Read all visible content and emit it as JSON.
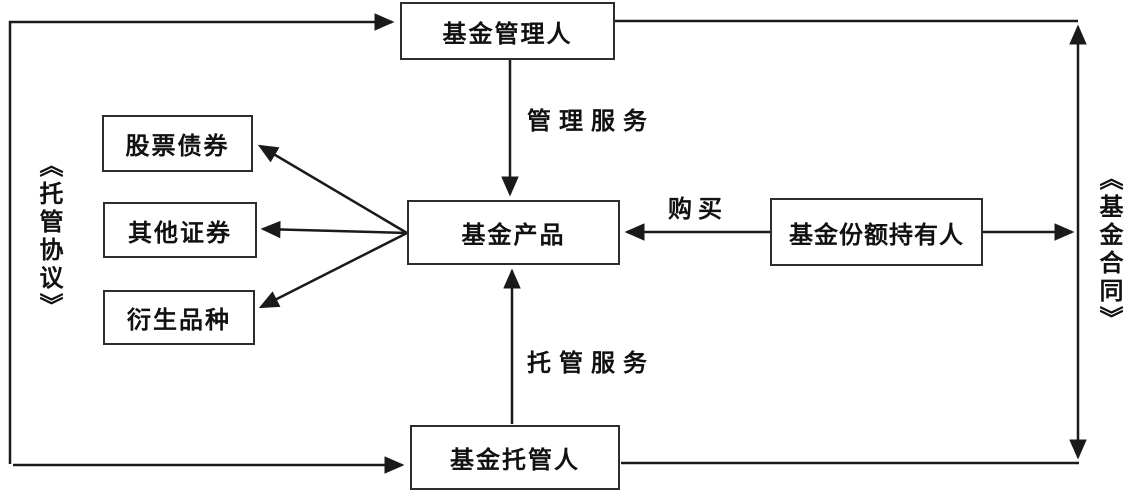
{
  "diagram": {
    "type": "flowchart",
    "language": "zh-CN",
    "nodes": {
      "fund_manager": {
        "label": "基金管理人"
      },
      "fund_product": {
        "label": "基金产品"
      },
      "fund_shareholder": {
        "label": "基金份额持有人"
      },
      "fund_custodian": {
        "label": "基金托管人"
      },
      "stocks_bonds": {
        "label": "股票债券"
      },
      "other_securities": {
        "label": "其他证券"
      },
      "derivatives": {
        "label": "衍生品种"
      }
    },
    "edge_labels": {
      "management_service": "管理服务",
      "purchase": "购买",
      "custody_service": "托管服务",
      "custody_agreement": "《托管协议》",
      "fund_contract": "《基金合同》"
    },
    "edges": [
      {
        "from": "fund_manager",
        "to": "fund_product",
        "label": "管理服务",
        "style": "arrow"
      },
      {
        "from": "fund_custodian",
        "to": "fund_product",
        "label": "托管服务",
        "style": "arrow"
      },
      {
        "from": "fund_shareholder",
        "to": "fund_product",
        "label": "购买",
        "style": "arrow"
      },
      {
        "from": "fund_product",
        "to": "stocks_bonds",
        "label": "",
        "style": "arrow"
      },
      {
        "from": "fund_product",
        "to": "other_securities",
        "label": "",
        "style": "arrow"
      },
      {
        "from": "fund_product",
        "to": "derivatives",
        "label": "",
        "style": "arrow"
      },
      {
        "from": "left_rail",
        "to": "fund_manager",
        "label": "《托管协议》",
        "style": "arrow"
      },
      {
        "from": "left_rail",
        "to": "fund_custodian",
        "label": "《托管协议》",
        "style": "arrow"
      },
      {
        "from": "fund_manager",
        "to": "fund_custodian",
        "label": "《基金合同》",
        "style": "double-arrow"
      },
      {
        "from": "fund_shareholder",
        "to": "right_rail",
        "label": "",
        "style": "arrow"
      }
    ],
    "colors": {
      "background": "#ffffff",
      "line": "#1a1a1a",
      "box_border": "#2d2d2d",
      "text": "#111111"
    }
  }
}
